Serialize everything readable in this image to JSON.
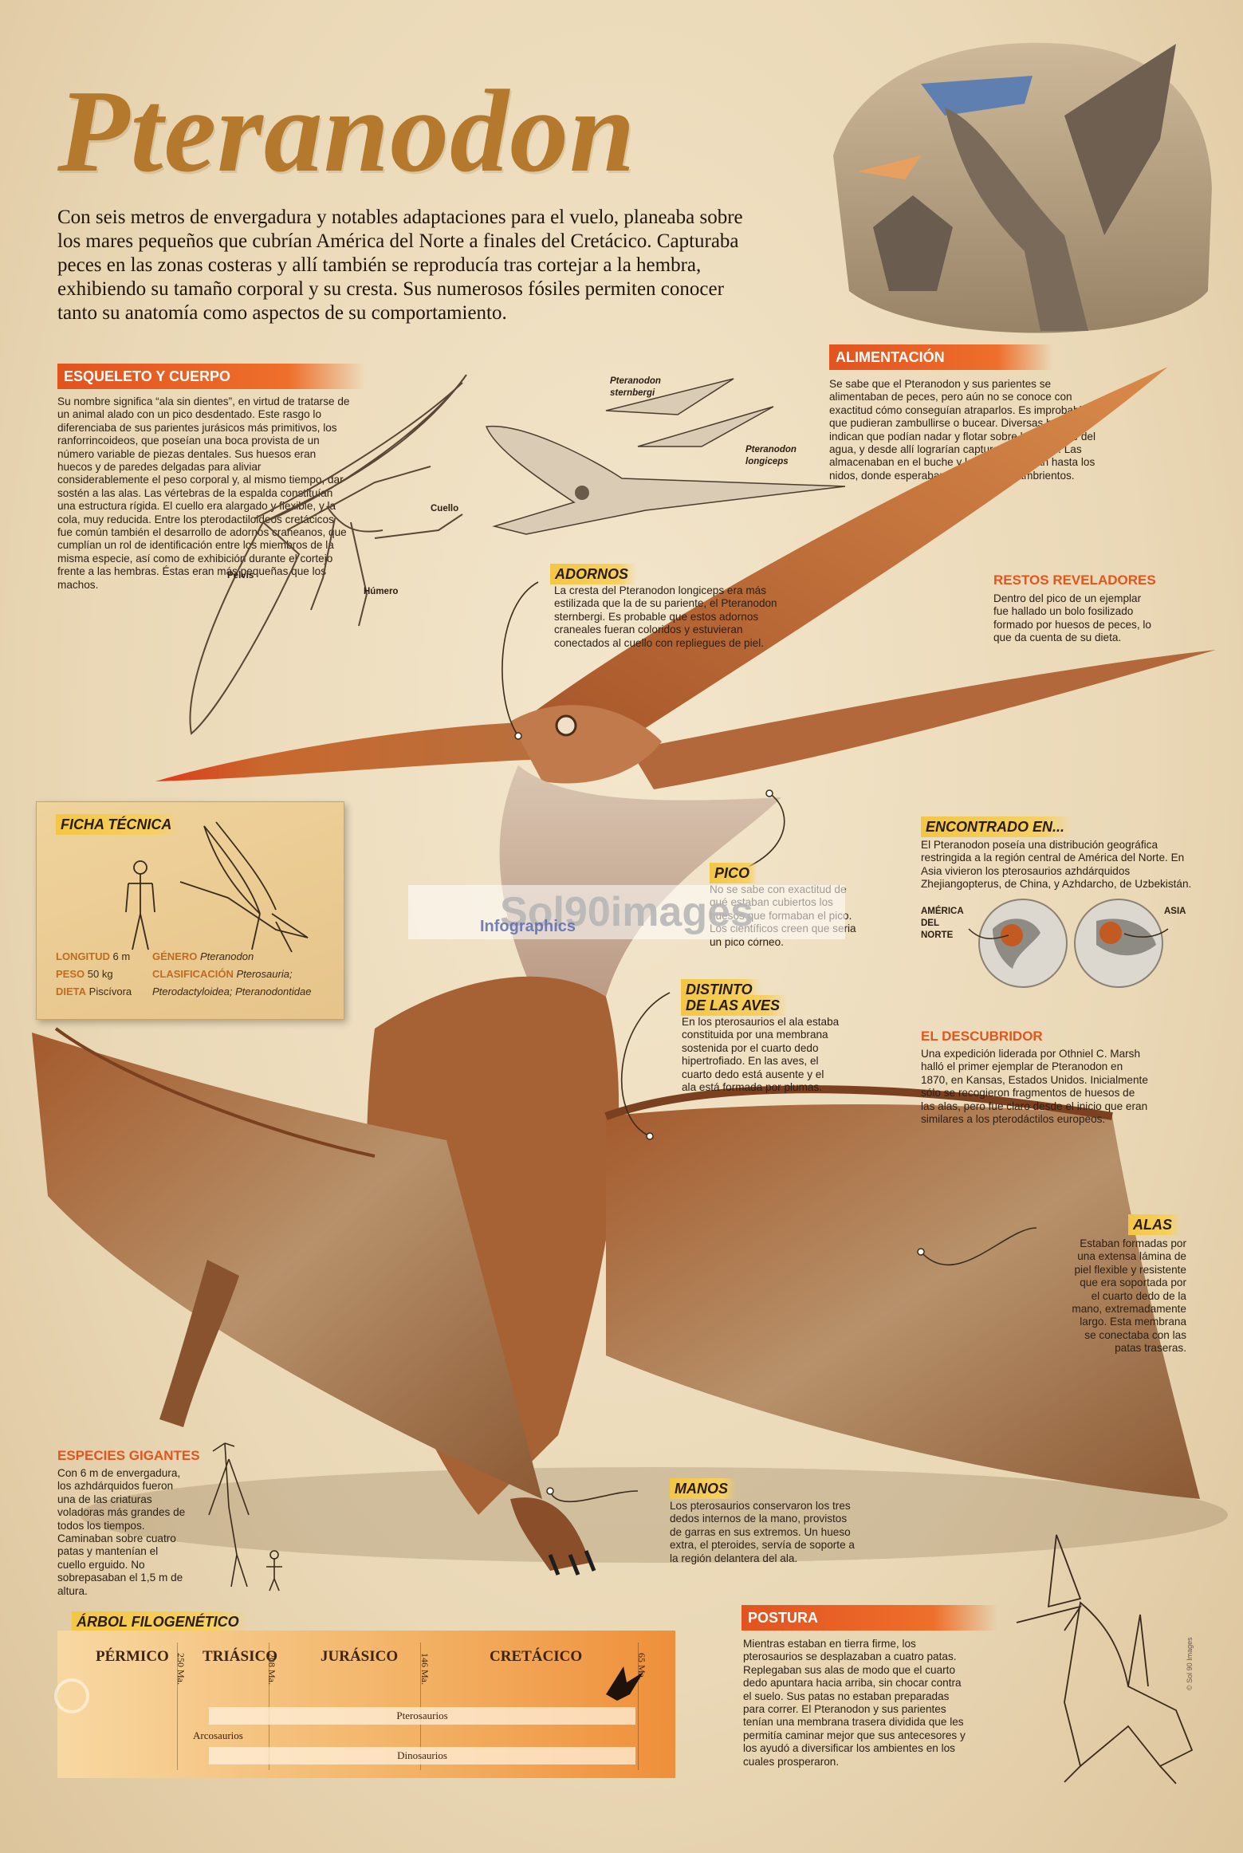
{
  "title": "Pteranodon",
  "intro": "Con seis metros de envergadura y notables adaptaciones para el vuelo, planeaba sobre los mares pequeños que cubrían América del Norte a finales del Cretácico. Capturaba peces en las zonas costeras y allí también se reproducía tras cortejar a la hembra, exhibiendo su tamaño corporal y su cresta. Sus numerosos fósiles permiten conocer tanto su anatomía como aspectos de su comportamiento.",
  "esqueleto": {
    "heading": "ESQUELETO Y CUERPO",
    "text": "Su nombre significa “ala sin dientes”, en virtud de tratarse de un animal alado con un pico desdentado. Este rasgo lo diferenciaba de sus parientes jurásicos más primitivos, los ranforrincoideos, que poseían una boca provista de un número variable de piezas dentales. Sus huesos eran huecos y de paredes delgadas para aliviar considerablemente el peso corporal y, al mismo tiempo, dar sostén a las alas. Las vértebras de la espalda constituían una estructura rígida. El cuello era alargado y flexible, y la cola, muy reducida. Entre los pterodactiloideos cretácicos fue común también el desarrollo de adornos craneanos, que cumplían un rol de identificación entre los miembros de la misma especie, así como de exhibición durante el cortejo frente a las hembras. Éstas eran más pequeñas que los machos.",
    "labels": {
      "cuello": "Cuello",
      "pelvis": "Pelvis",
      "humero": "Húmero"
    }
  },
  "species_labels": {
    "sternbergi_1": "Pteranodon",
    "sternbergi_2": "sternbergi",
    "longiceps_1": "Pteranodon",
    "longiceps_2": "longiceps"
  },
  "alimentacion": {
    "heading": "ALIMENTACIÓN",
    "text": "Se sabe que el Pteranodon y sus parientes se alimentaban de peces, pero aún no se conoce con exactitud cómo conseguían atraparlos. Es improbable que pudieran zambullirse o bucear. Diversas huellas indican que podían nadar y flotar sobre la superficie del agua, y desde allí lograrían capturar sus presas. Las almacenaban en el buche y las transportaban hasta los nidos, donde esperaban los pichones hambrientos."
  },
  "adornos": {
    "heading": "ADORNOS",
    "text": "La cresta del Pteranodon longiceps era más estilizada que la de su pariente, el Pteranodon sternbergi. Es probable que estos adornos craneales fueran coloridos y estuvieran conectados al cuello con repliegues de piel."
  },
  "restos": {
    "heading": "RESTOS REVELADORES",
    "text": "Dentro del pico de un ejemplar fue hallado un bolo fosilizado formado por huesos de peces, lo que da cuenta de su dieta."
  },
  "ficha": {
    "heading": "FICHA TÉCNICA",
    "longitud_label": "LONGITUD",
    "longitud_value": "6 m",
    "peso_label": "PESO",
    "peso_value": "50 kg",
    "dieta_label": "DIETA",
    "dieta_value": "Piscívora",
    "genero_label": "GÉNERO",
    "genero_value": "Pteranodon",
    "clasificacion_label": "CLASIFICACIÓN",
    "clasificacion_value": "Pterosauria;",
    "clasificacion_value2": "Pterodactyloidea; Pteranodontidae"
  },
  "pico": {
    "heading": "PICO",
    "text": "No se sabe con exactitud de qué estaban cubiertos los huesos que formaban el pico. Los científicos creen que seria un pico córneo."
  },
  "encontrado": {
    "heading": "ENCONTRADO EN...",
    "text": "El Pteranodon poseía una distribución geográfica restringida a la región central de América del Norte. En Asia vivieron los pterosaurios azhdárquidos Zhejiangopterus, de China, y Azhdarcho, de Uzbekistán.",
    "america_1": "AMÉRICA",
    "america_2": "DEL",
    "america_3": "NORTE",
    "asia": "ASIA"
  },
  "distinto": {
    "heading_1": "DISTINTO",
    "heading_2": "DE LAS AVES",
    "text": "En los pterosaurios el ala estaba constituida por una membrana sostenida por el cuarto dedo hipertrofiado. En las aves, el cuarto dedo está ausente y el ala está formada por plumas."
  },
  "descubridor": {
    "heading": "EL DESCUBRIDOR",
    "text": "Una expedición liderada por Othniel C. Marsh halló el primer ejemplar de Pteranodon en 1870, en Kansas, Estados Unidos. Inicialmente sólo se recogieron fragmentos de huesos de las alas, pero fue claro desde el inicio que eran similares a los pterodáctilos europeos."
  },
  "alas": {
    "heading": "ALAS",
    "text": "Estaban formadas por una extensa lámina de piel flexible y resistente que era soportada por el cuarto dedo de la mano, extremadamente largo. Esta membrana se conectaba con las patas traseras."
  },
  "especies": {
    "heading": "ESPECIES GIGANTES",
    "text": "Con 6 m de envergadura, los azhdárquidos fueron una de las criaturas voladoras más grandes de todos los tiempos. Caminaban sobre cuatro patas y mantenían el cuello erguido. No sobrepasaban el 1,5 m de altura."
  },
  "manos": {
    "heading": "MANOS",
    "text": "Los pterosaurios conservaron los tres dedos internos de la mano, provistos de garras en sus extremos. Un hueso extra, el pteroides, servía de soporte a la región delantera del ala."
  },
  "arbol": {
    "heading": "ÁRBOL FILOGENÉTICO",
    "eras": [
      "PÉRMICO",
      "TRIÁSICO",
      "JURÁSICO",
      "CRETÁCICO"
    ],
    "ages": [
      "250 Ma.",
      "208 Ma.",
      "146 Ma.",
      "65 Ma."
    ],
    "pterosaurios": "Pterosaurios",
    "arcosaurios": "Arcosaurios",
    "dinosaurios": "Dinosaurios"
  },
  "postura": {
    "heading": "POSTURA",
    "text": "Mientras estaban en tierra firme, los pterosaurios se desplazaban a cuatro patas. Replegaban sus alas de modo que el cuarto dedo apuntara hacia arriba, sin chocar contra el suelo. Sus patas no estaban preparadas para correr. El Pteranodon y sus parientes tenían una membrana trasera dividida que les permitía caminar mejor que sus antecesores y los ayudó a diversificar los ambientes en los cuales prosperaron."
  },
  "watermark": "Sol90images",
  "watermark_sub": "Infographics",
  "credit": "© Sol 90 Images",
  "colors": {
    "accent": "#e2531f",
    "title": "#b5792d",
    "paper": "#efdfc1",
    "yellow": "#f4c646"
  }
}
